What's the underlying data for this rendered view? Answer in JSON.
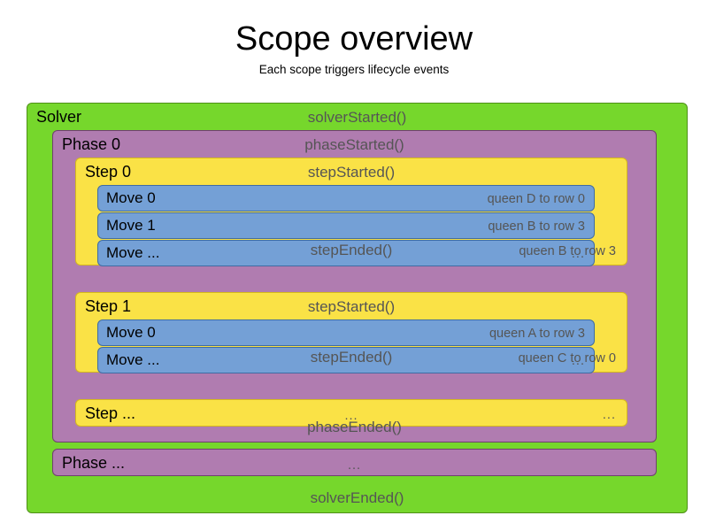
{
  "heading": {
    "title": "Scope overview",
    "subtitle": "Each scope triggers lifecycle events"
  },
  "colors": {
    "solver": "#76d72c",
    "phase": "#b07cb0",
    "step": "#fae246",
    "move": "#74a0d6",
    "event_text": "#555555",
    "label_text": "#000000",
    "background": "#ffffff"
  },
  "solver": {
    "label": "Solver",
    "started_event": "solverStarted()",
    "ended_event": "solverEnded()"
  },
  "phases": [
    {
      "label": "Phase 0",
      "started_event": "phaseStarted()",
      "ended_event": "phaseEnded()",
      "steps": [
        {
          "label": "Step 0",
          "started_event": "stepStarted()",
          "ended_event": "stepEnded()",
          "ended_detail": "queen B to row 3",
          "moves": [
            {
              "label": "Move 0",
              "detail": "queen D to row 0"
            },
            {
              "label": "Move 1",
              "detail": "queen B to row 3"
            },
            {
              "label": "Move ...",
              "detail": "..."
            }
          ]
        },
        {
          "label": "Step 1",
          "started_event": "stepStarted()",
          "ended_event": "stepEnded()",
          "ended_detail": "queen C to row 0",
          "moves": [
            {
              "label": "Move 0",
              "detail": "queen A to row 3"
            },
            {
              "label": "Move ...",
              "detail": "..."
            }
          ]
        },
        {
          "label": "Step ...",
          "started_event": "...",
          "ended_event": "",
          "ended_detail": "",
          "collapsed_detail": "...",
          "moves": []
        }
      ]
    },
    {
      "label": "Phase ...",
      "started_event": "...",
      "ended_event": "",
      "steps": []
    }
  ]
}
